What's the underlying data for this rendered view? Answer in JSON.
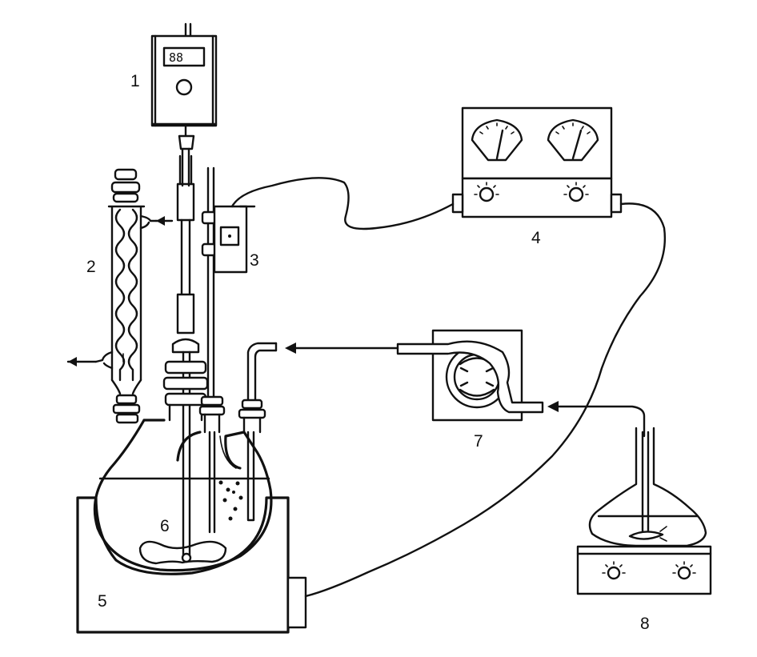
{
  "labels": {
    "l1": "1",
    "l2": "2",
    "l3": "3",
    "l4": "4",
    "l5": "5",
    "l6": "6",
    "l7": "7",
    "l8": "8"
  },
  "device1": {
    "display": "88"
  }
}
